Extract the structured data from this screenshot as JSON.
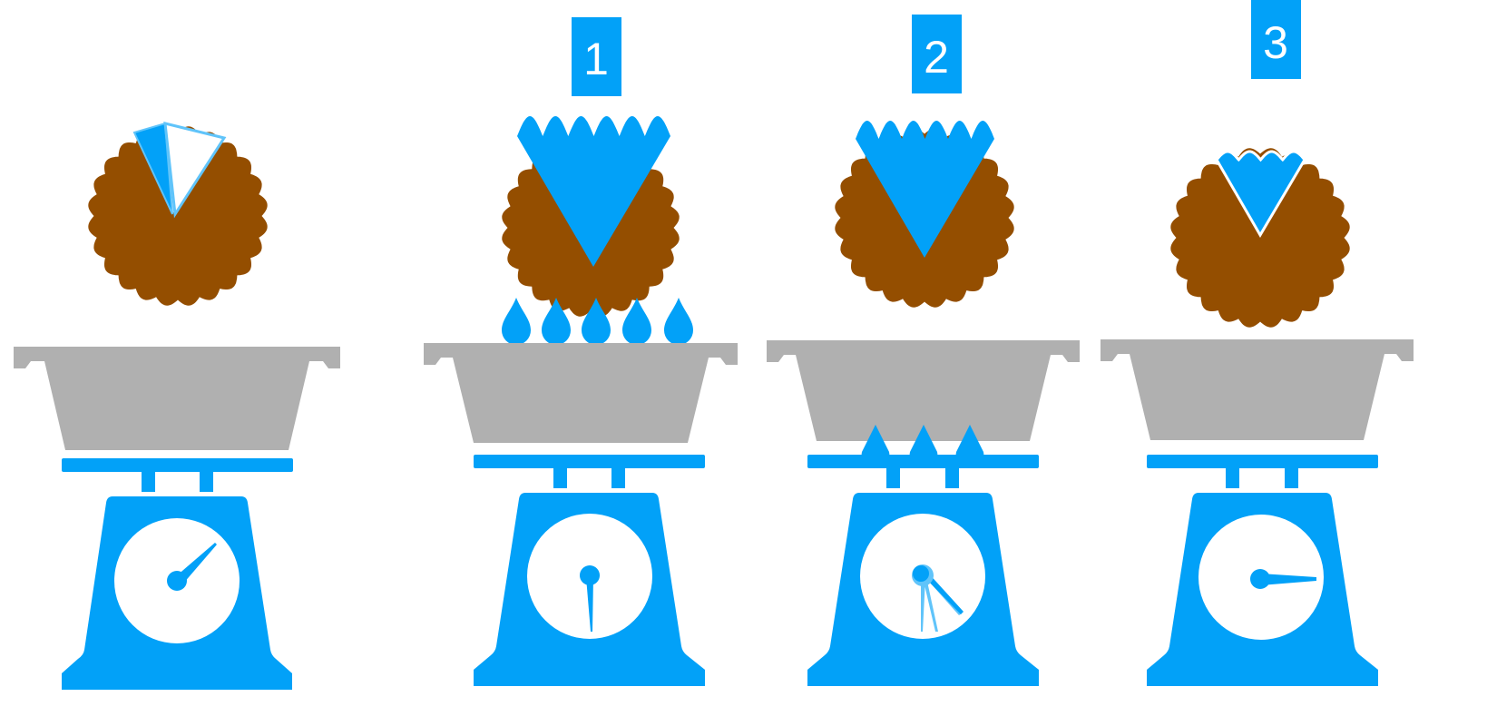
{
  "colors": {
    "accent_blue": "#02A1F8",
    "pale_blue": "#60C4FA",
    "cookie_brown": "#944E00",
    "bowl_gray": "#B0B0B0",
    "background": "#FFFFFF"
  },
  "scenes": [
    {
      "step_label": "",
      "cookie_icon": "cookie-with-cut-wedge-icon",
      "wedge_style": "outline-triangles",
      "water_drops": 0,
      "vapor_arrows": 0,
      "scale_icon": "kitchen-scale-icon",
      "dial_needle": "up-right"
    },
    {
      "step_label": "1",
      "cookie_icon": "cookie-with-large-blue-wedge-icon",
      "wedge_style": "large-wedge",
      "water_drops": 5,
      "vapor_arrows": 0,
      "scale_icon": "kitchen-scale-icon",
      "dial_needle": "down"
    },
    {
      "step_label": "2",
      "cookie_icon": "cookie-with-large-blue-wedge-icon",
      "wedge_style": "large-wedge",
      "water_drops": 0,
      "vapor_arrows": 3,
      "scale_icon": "kitchen-scale-icon",
      "dial_needle": "down-fan"
    },
    {
      "step_label": "3",
      "cookie_icon": "cookie-with-small-blue-wedge-icon",
      "wedge_style": "small-wedge",
      "water_drops": 0,
      "vapor_arrows": 0,
      "scale_icon": "kitchen-scale-icon",
      "dial_needle": "right"
    }
  ]
}
